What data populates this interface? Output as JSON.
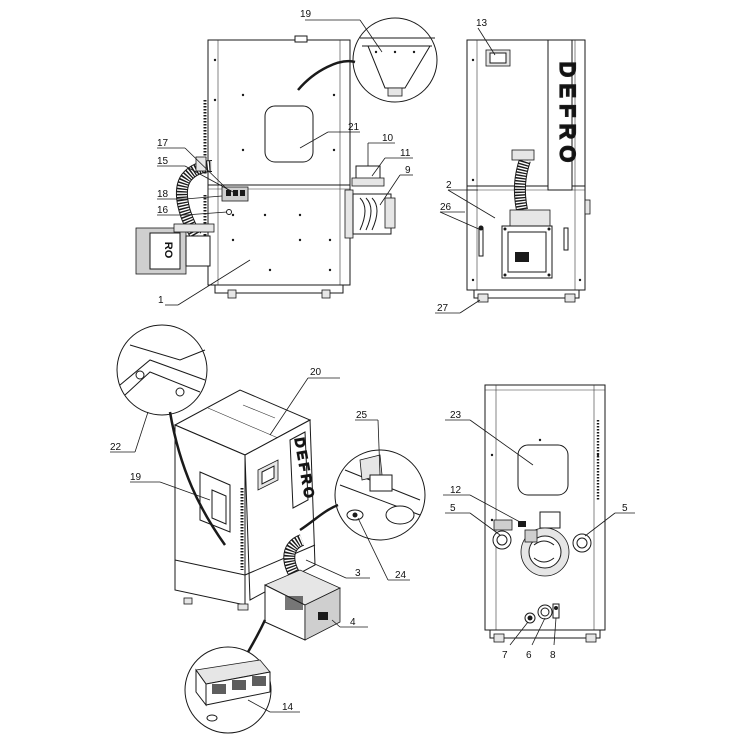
{
  "brand": {
    "logo_text": "DEFRO"
  },
  "callouts": {
    "c1": "1",
    "c2": "2",
    "c3": "3",
    "c4": "4",
    "c5a": "5",
    "c5b": "5",
    "c6": "6",
    "c7": "7",
    "c8": "8",
    "c9": "9",
    "c10": "10",
    "c11": "11",
    "c12": "12",
    "c13": "13",
    "c14": "14",
    "c15": "15",
    "c16": "16",
    "c17": "17",
    "c18": "18",
    "c19a": "19",
    "c19b": "19",
    "c20": "20",
    "c21": "21",
    "c22": "22",
    "c23": "23",
    "c24": "24",
    "c25": "25",
    "c26": "26",
    "c27": "27"
  }
}
